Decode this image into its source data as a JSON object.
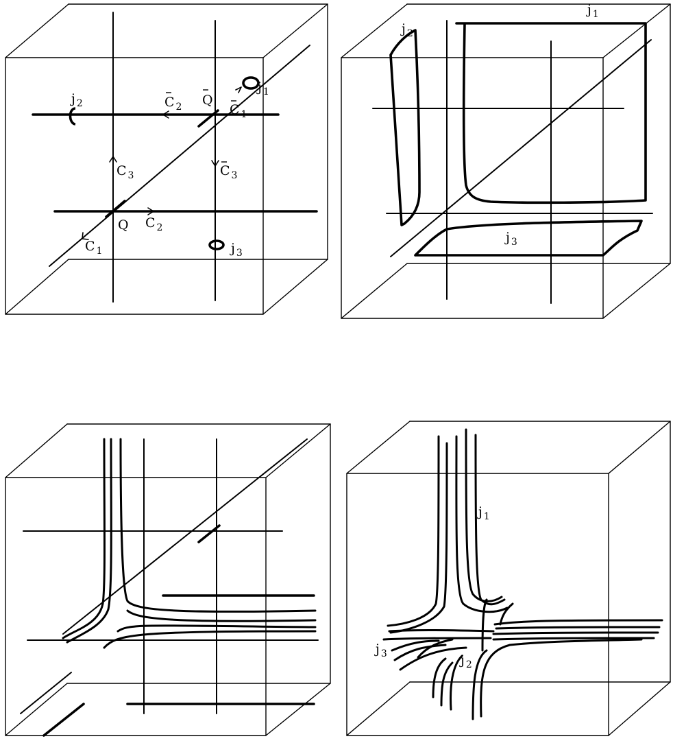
{
  "panel1": {
    "j1": {
      "base": "j",
      "sub": "1"
    },
    "j2": {
      "base": "j",
      "sub": "2"
    },
    "j3": {
      "base": "j",
      "sub": "3"
    },
    "cbar2": {
      "base": "C",
      "sub": "2"
    },
    "qbar": {
      "base": "Q",
      "sub": ""
    },
    "cbar1": {
      "base": "C",
      "sub": "1"
    },
    "c3": {
      "base": "C",
      "sub": "3"
    },
    "cbar3": {
      "base": "C",
      "sub": "3"
    },
    "q": {
      "base": "Q",
      "sub": ""
    },
    "c2": {
      "base": "C",
      "sub": "2"
    },
    "c1": {
      "base": "C",
      "sub": "1"
    }
  },
  "panel2": {
    "j1": {
      "base": "j",
      "sub": "1"
    },
    "j2": {
      "base": "j",
      "sub": "2"
    },
    "j3": {
      "base": "j",
      "sub": "3"
    }
  },
  "panel4": {
    "j1": {
      "base": "j",
      "sub": "1"
    },
    "j2": {
      "base": "j",
      "sub": "2"
    },
    "j3": {
      "base": "j",
      "sub": "3"
    }
  }
}
